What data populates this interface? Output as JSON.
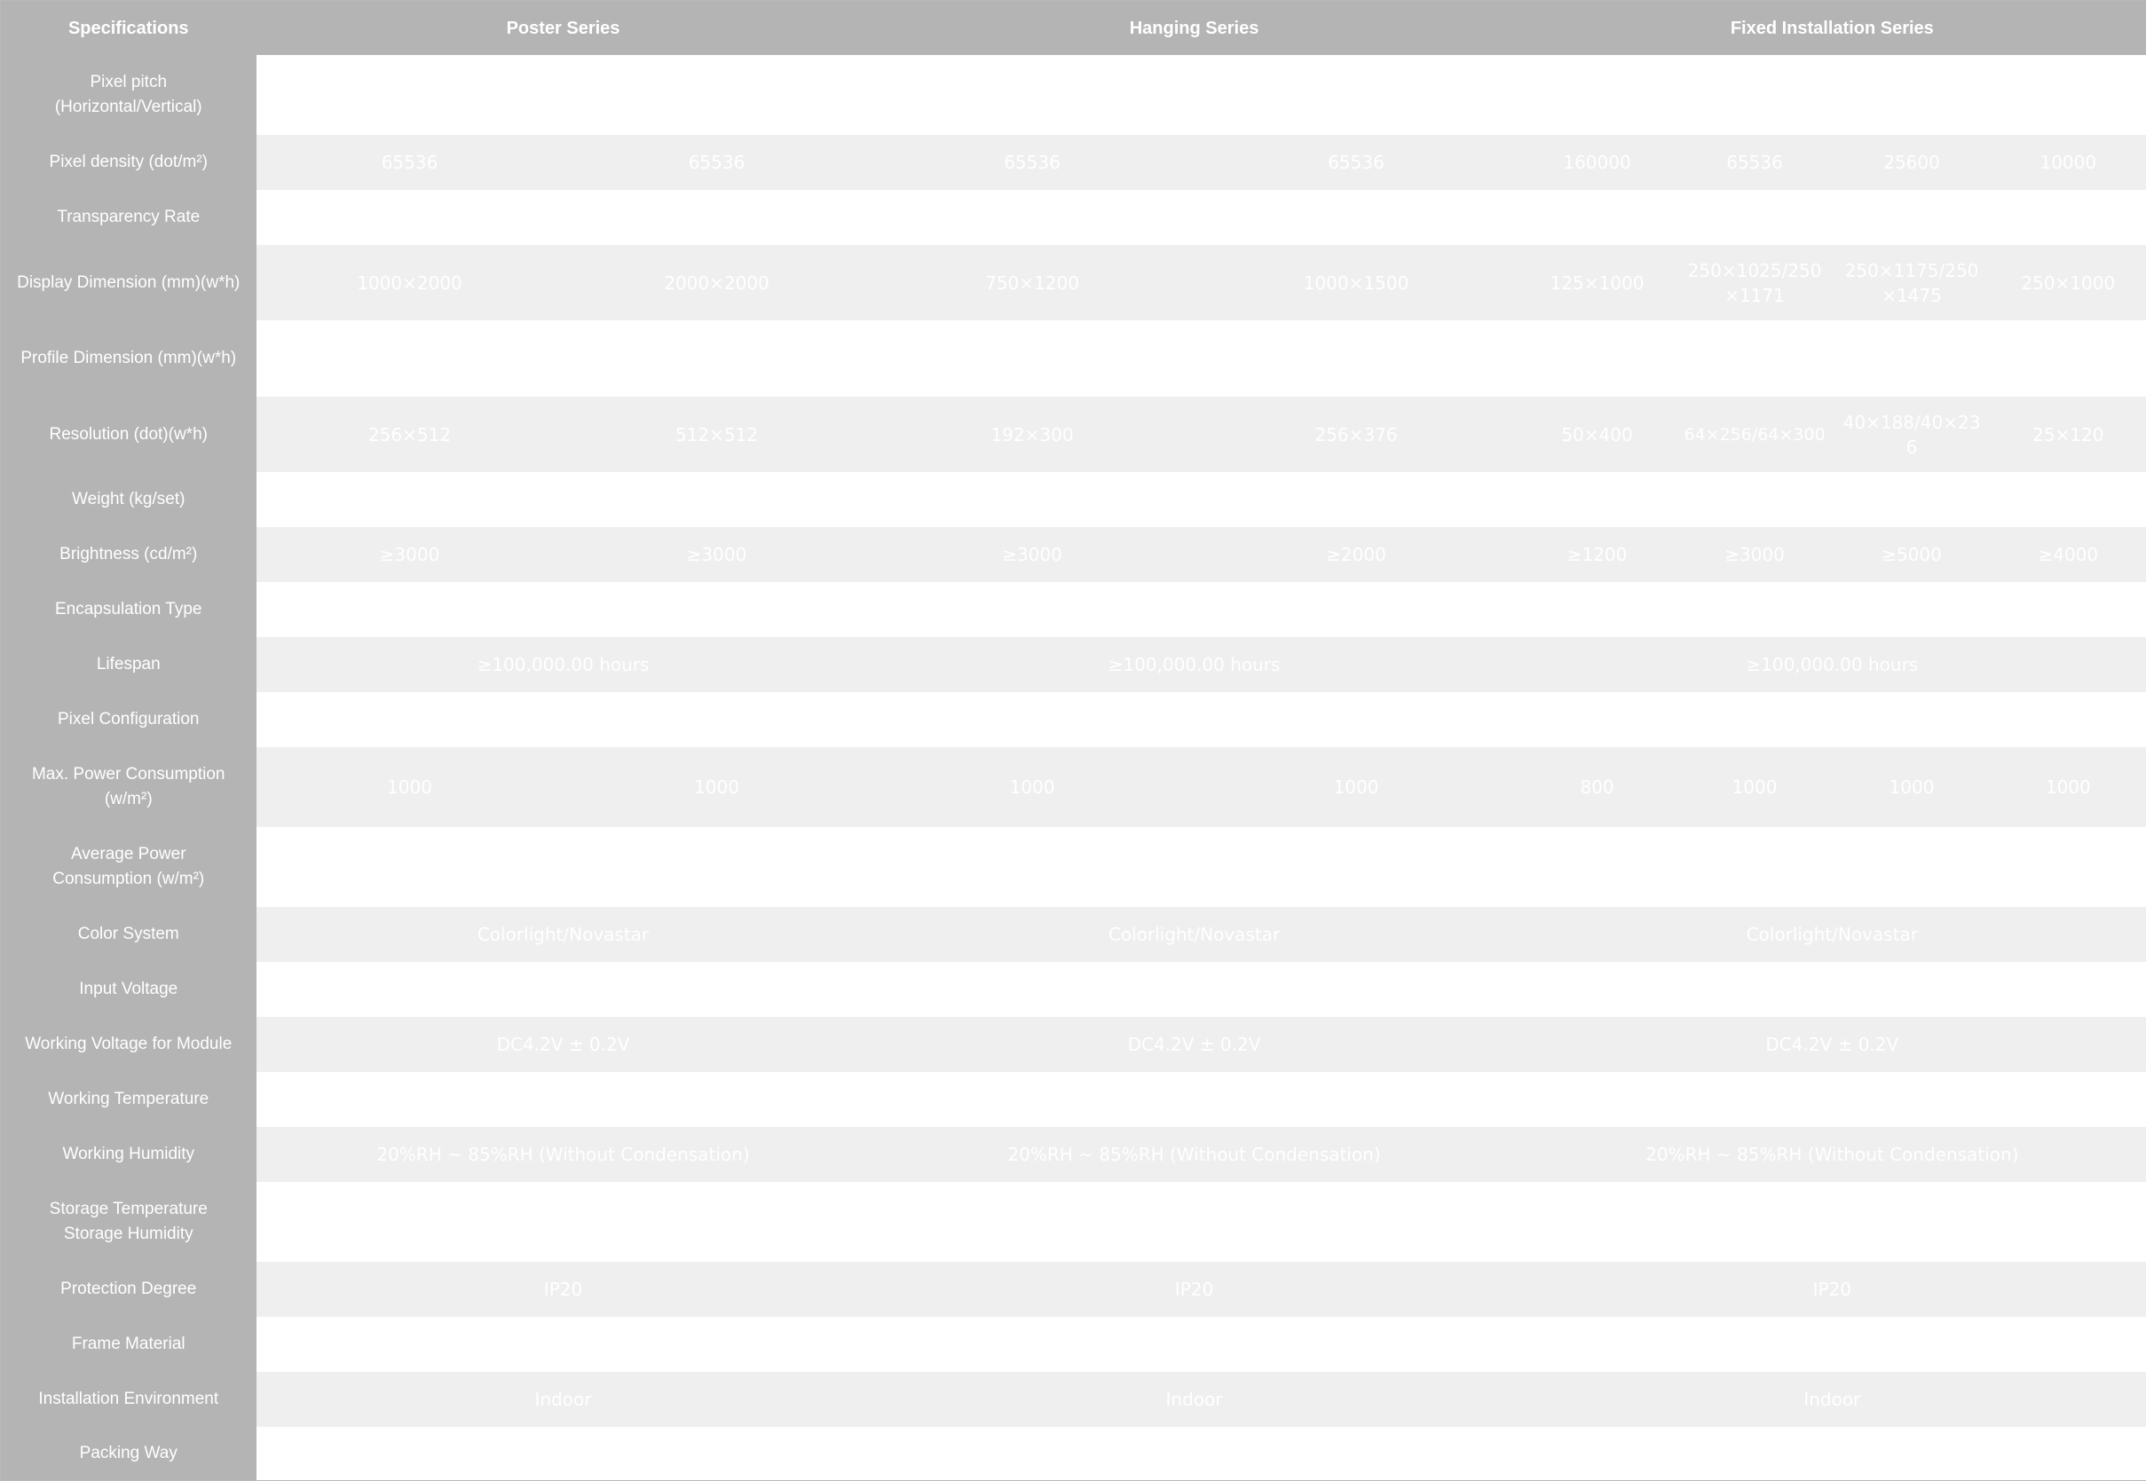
{
  "headers": {
    "specifications": "Specifications",
    "poster": "Poster Series",
    "hanging": "Hanging Series",
    "fixed": "Fixed Installation Series"
  },
  "rows": {
    "pixel_pitch": {
      "label": "Pixel pitch\n(Horizontal/Vertical)"
    },
    "pixel_density": {
      "label": "Pixel density (dot/m²)",
      "values": [
        "65536",
        "65536",
        "65536",
        "65536",
        "160000",
        "65536",
        "25600",
        "10000"
      ]
    },
    "transparency_rate": {
      "label": "Transparency  Rate"
    },
    "display_dimension": {
      "label": "Display Dimension (mm)(w*h)",
      "values": [
        "1000×2000",
        "2000×2000",
        "750×1200",
        "1000×1500",
        "125×1000",
        "250×1025/250×1171",
        "250×1175/250×1475",
        "250×1000"
      ]
    },
    "profile_dimension": {
      "label": "Profile Dimension (mm)(w*h)"
    },
    "resolution": {
      "label": "Resolution (dot)(w*h)",
      "values": [
        "256×512",
        "512×512",
        "192×300",
        "256×376",
        "50×400",
        "64×256/64×300",
        "40×188/40×236",
        "25×120"
      ]
    },
    "weight": {
      "label": "Weight (kg/set)"
    },
    "brightness": {
      "label": "Brightness (cd/m²)",
      "values": [
        "≥3000",
        "≥3000",
        "≥3000",
        "≥2000",
        "≥1200",
        "≥3000",
        "≥5000",
        "≥4000"
      ]
    },
    "encapsulation_type": {
      "label": "Encapsulation Type"
    },
    "lifespan": {
      "label": "Lifespan",
      "values": [
        "≥100,000.00 hours",
        "≥100,000.00 hours",
        "≥100,000.00 hours"
      ]
    },
    "pixel_configuration": {
      "label": "Pixel Configuration"
    },
    "max_power": {
      "label": "Max. Power Consumption\n(w/m²)",
      "values": [
        "1000",
        "1000",
        "1000",
        "1000",
        "800",
        "1000",
        "1000",
        "1000"
      ]
    },
    "avg_power": {
      "label": "Average Power\nConsumption (w/m²)"
    },
    "color_system": {
      "label": "Color System",
      "values": [
        "Colorlight/Novastar",
        "Colorlight/Novastar",
        "Colorlight/Novastar"
      ]
    },
    "input_voltage": {
      "label": "Input Voltage"
    },
    "module_voltage": {
      "label": "Working Voltage for Module",
      "values": [
        "DC4.2V ± 0.2V",
        "DC4.2V ± 0.2V",
        "DC4.2V ± 0.2V"
      ]
    },
    "working_temperature": {
      "label": "Working Temperature"
    },
    "working_humidity": {
      "label": "Working Humidity",
      "values": [
        "20%RH ~ 85%RH (Without Condensation)",
        "20%RH ~ 85%RH (Without Condensation)",
        "20%RH ~ 85%RH (Without Condensation)"
      ]
    },
    "storage": {
      "label": "Storage Temperature\nStorage Humidity"
    },
    "protection_degree": {
      "label": "Protection Degree",
      "values": [
        "IP20",
        "IP20",
        "IP20"
      ]
    },
    "frame_material": {
      "label": "Frame Material"
    },
    "installation_environment": {
      "label": "Installation Environment",
      "values": [
        "Indoor",
        "Indoor",
        "Indoor"
      ]
    },
    "packing_way": {
      "label": "Packing Way"
    }
  }
}
